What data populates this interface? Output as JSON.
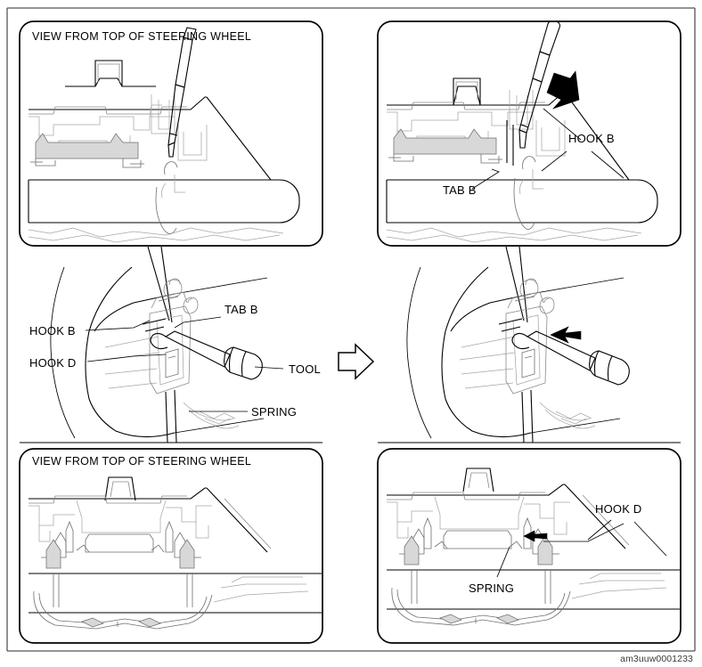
{
  "document": {
    "type": "service-manual-illustration",
    "reference_code": "am3uuw0001233",
    "subject": "Steering wheel airbag module hook and spring release procedure"
  },
  "panels": {
    "top_left": {
      "id": "panel-top-left",
      "title": "VIEW FROM TOP OF STEERING WHEEL",
      "labels": []
    },
    "top_right": {
      "id": "panel-top-right",
      "title": "",
      "labels": [
        {
          "text": "HOOK B",
          "name": "label-hook-b"
        },
        {
          "text": "TAB B",
          "name": "label-tab-b"
        }
      ]
    },
    "middle_left": {
      "id": "panel-middle-left",
      "labels": [
        {
          "text": "HOOK B",
          "name": "label-hook-b"
        },
        {
          "text": "HOOK D",
          "name": "label-hook-d"
        },
        {
          "text": "TAB B",
          "name": "label-tab-b"
        },
        {
          "text": "TOOL",
          "name": "label-tool"
        },
        {
          "text": "SPRING",
          "name": "label-spring"
        }
      ]
    },
    "middle_right": {
      "id": "panel-middle-right",
      "labels": []
    },
    "bottom_left": {
      "id": "panel-bottom-left",
      "title": "VIEW FROM TOP OF STEERING WHEEL",
      "labels": []
    },
    "bottom_right": {
      "id": "panel-bottom-right",
      "title": "",
      "labels": [
        {
          "text": "HOOK D",
          "name": "label-hook-d"
        },
        {
          "text": "SPRING",
          "name": "label-spring"
        }
      ]
    }
  },
  "text": {
    "view_from_top": "VIEW FROM TOP OF STEERING WHEEL",
    "hook_b": "HOOK B",
    "hook_d": "HOOK D",
    "tab_b": "TAB B",
    "tool": "TOOL",
    "spring": "SPRING",
    "ref_code": "am3uuw0001233"
  },
  "colors": {
    "ink": "#000000",
    "light_line": "#8a8a8a",
    "very_light_line": "#a6a6a6",
    "paper": "#ffffff",
    "border": "#555555"
  },
  "arrows": {
    "step_arrow": {
      "name": "step-right-arrow",
      "direction": "right",
      "style": "hollow-outline"
    },
    "press_arrow_top_right": {
      "name": "press-down-arrow",
      "direction": "down",
      "style": "solid-black"
    },
    "push_arrow_middle_right": {
      "name": "push-left-arrow",
      "direction": "left",
      "style": "solid-black"
    },
    "push_arrow_bottom_right": {
      "name": "push-left-arrow",
      "direction": "left",
      "style": "solid-black"
    }
  }
}
